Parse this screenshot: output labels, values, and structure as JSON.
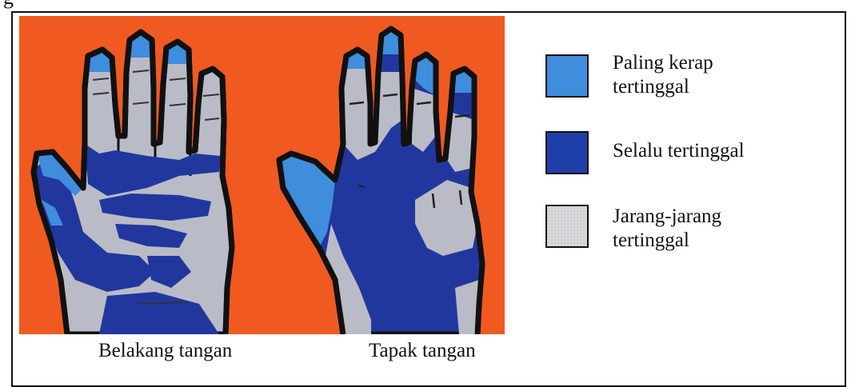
{
  "figure": {
    "cut_off_text": "g",
    "captions": {
      "back": "Belakang tangan",
      "palm": "Tapak tangan"
    },
    "legend": [
      {
        "lines": [
          "Paling kerap",
          "tertinggal"
        ],
        "color": "#3f8ddd"
      },
      {
        "lines": [
          "Selalu tertinggal"
        ],
        "color": "#1f3fa8"
      },
      {
        "lines": [
          "Jarang-jarang",
          "tertinggal"
        ],
        "color": "#d9d9dc"
      }
    ],
    "colors": {
      "background": "#f05a20",
      "outline": "#111111",
      "rarely_missed": "#b9bcc6",
      "always_missed": "#22379e",
      "most_often_missed": "#3f8ddd"
    }
  }
}
